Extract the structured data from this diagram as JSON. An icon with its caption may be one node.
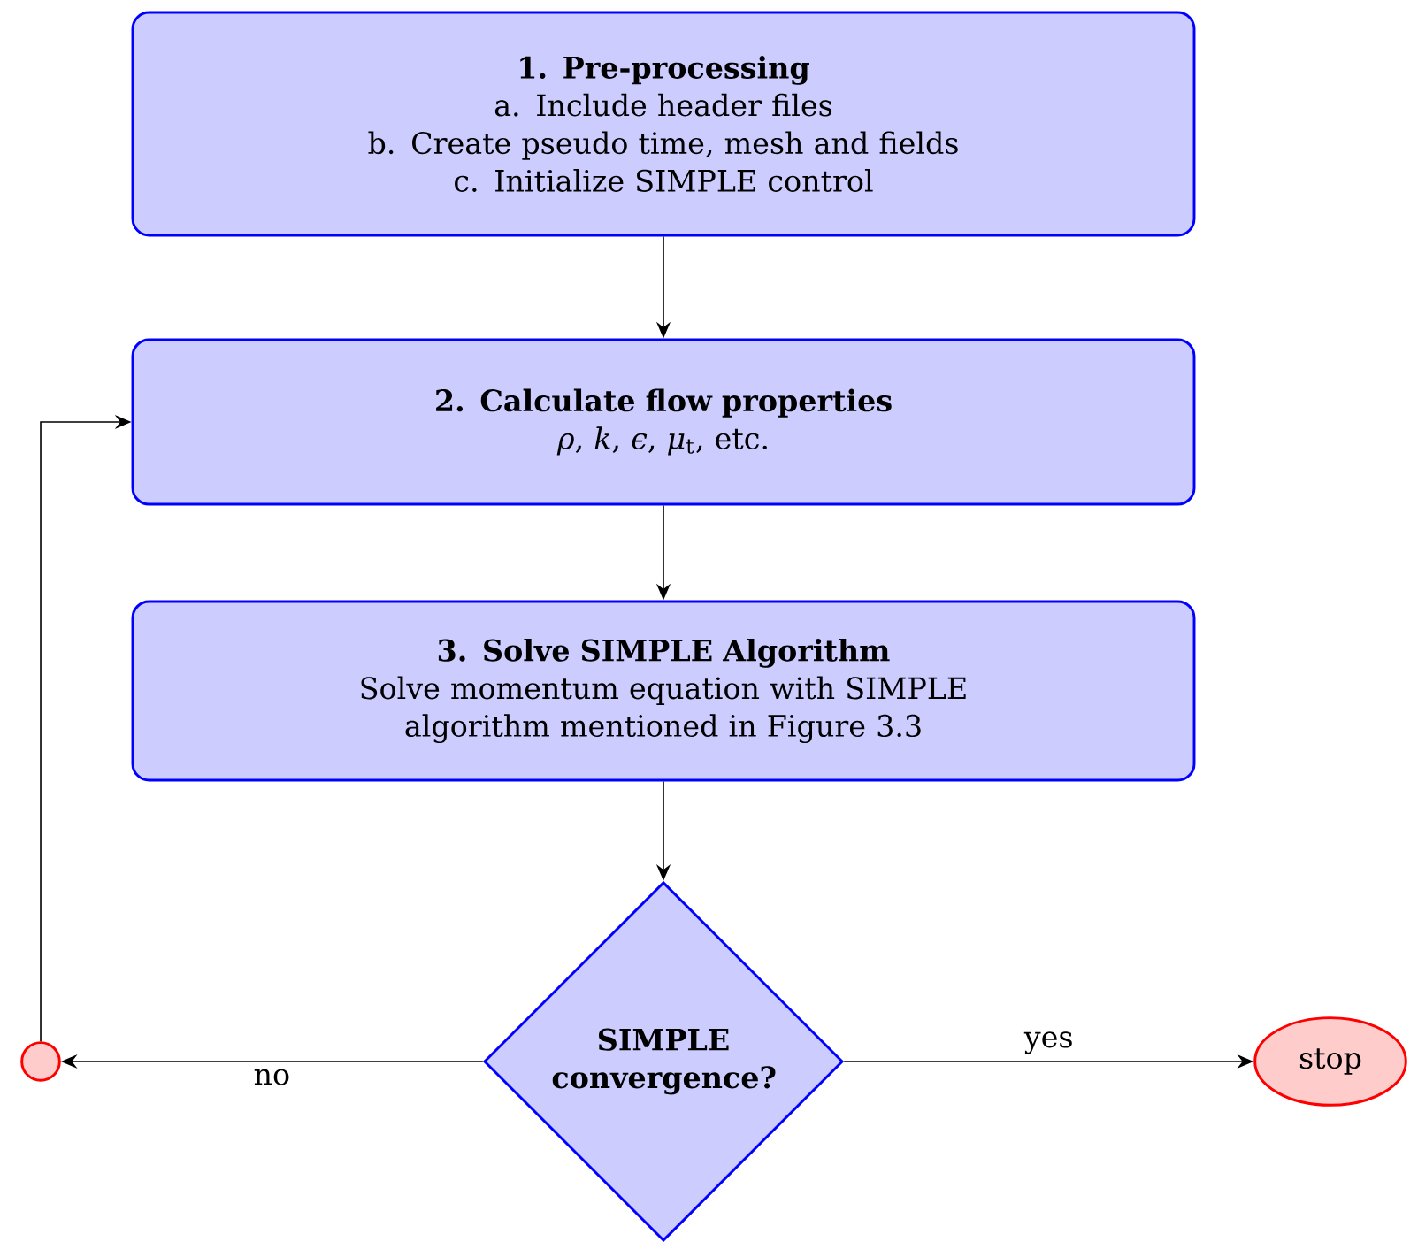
{
  "diagram": {
    "nodes": [
      {
        "text": [
          "1. Pre-processing",
          "a. Include header files",
          "b. Create pseudo time, mesh and fields",
          "c. Initialize SIMPLE control"
        ]
      },
      {
        "text": [
          "2. Calculate flow properties",
          "*ρ*, *k*, *ϵ*, *μ*$_{t}$, etc."
        ]
      },
      {
        "text": [
          "3. Solve SIMPLE Algorithm",
          "Solve momentum equation with SIMPLE algorithm mentioned in Figure 3.3"
        ]
      },
      {
        "text": [
          "SIMPLE convergence?"
        ]
      },
      {
        "text": [],
        "shape": "circle"
      },
      {
        "text": [
          "stop"
        ]
      }
    ],
    "edges": [
      {
        "from": 0,
        "to": 1,
        "arrow": "to"
      },
      {
        "from": 1,
        "to": 2,
        "arrow": "to"
      },
      {
        "from": 2,
        "to": 3,
        "arrow": "to"
      },
      {
        "from": 3,
        "to": 4,
        "arrow": "to",
        "label": "no"
      },
      {
        "from": 3,
        "to": 5,
        "arrow": "to",
        "label": "yes"
      },
      {
        "from": 4,
        "to": 1,
        "arrow": "to"
      }
    ]
  }
}
